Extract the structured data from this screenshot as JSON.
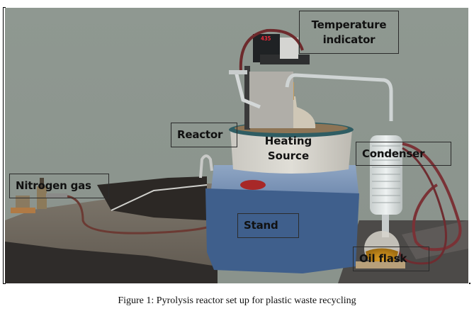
{
  "figure": {
    "caption": "Figure 1: Pyrolysis reactor set up for plastic waste recycling",
    "photo_description": "Laboratory pyrolysis reactor setup on a granite bench next to a sink",
    "labels": {
      "temperature_indicator": "Temperature indicator",
      "reactor": "Reactor",
      "condenser": "Condenser",
      "nitrogen_gas": "Nitrogen gas",
      "heating_source_line1": "Heating",
      "heating_source_line2": "Source",
      "stand": "Stand",
      "oil_flask": "Oil flask"
    },
    "temperature_display_value": "435",
    "colors": {
      "wall": "#8e9790",
      "stand_blue": "#3f5f8c",
      "heating_mantle": "#d8d6cf",
      "mantle_rim": "#2f5d63",
      "oil": "#c98a12",
      "tubing": "#7a2a2e",
      "display_digits": "#ff2a3a"
    }
  }
}
